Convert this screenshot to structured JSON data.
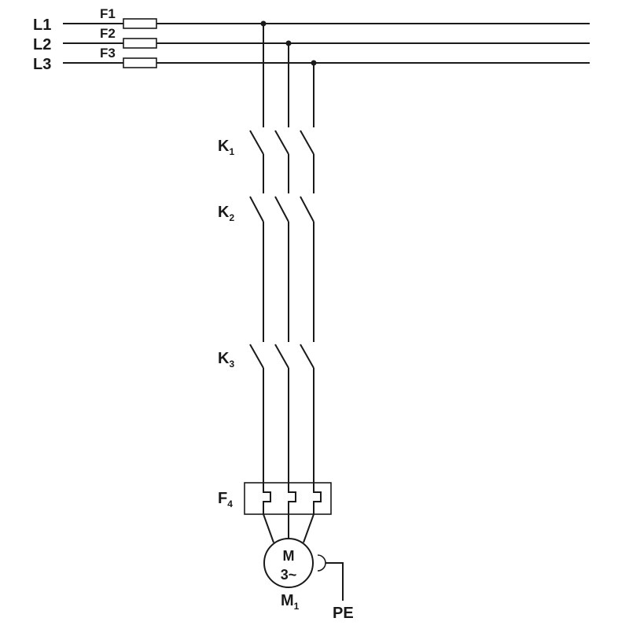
{
  "lines": [
    "L1",
    "L2",
    "L3"
  ],
  "fuses": [
    "F1",
    "F2",
    "F3"
  ],
  "contactors": [
    {
      "letter": "K",
      "index": "1"
    },
    {
      "letter": "K",
      "index": "2"
    },
    {
      "letter": "K",
      "index": "3"
    }
  ],
  "overload": {
    "letter": "F",
    "index": "4"
  },
  "motor": {
    "symbol": "M",
    "phase": "3~",
    "letter": "M",
    "index": "1"
  },
  "earth": "PE"
}
